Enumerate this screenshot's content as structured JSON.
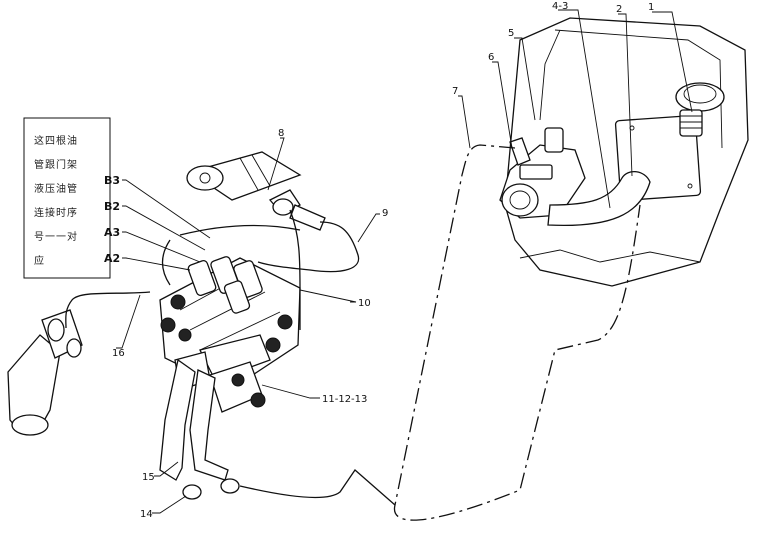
{
  "note": {
    "lines": [
      "这四根油",
      "管跟门架",
      "液压油管",
      "连接时序",
      "号一一对",
      "应"
    ]
  },
  "callouts": {
    "c1": "1",
    "c2": "2",
    "c4_3": "4-3",
    "c5": "5",
    "c6a": "6",
    "c7": "7",
    "c8": "8",
    "c9": "9",
    "c10": "10",
    "c11_13": "11-12-13",
    "c14": "14",
    "c15": "15",
    "c16": "16",
    "b3": "B3",
    "b2": "B2",
    "a3": "A3",
    "a2": "A2"
  }
}
